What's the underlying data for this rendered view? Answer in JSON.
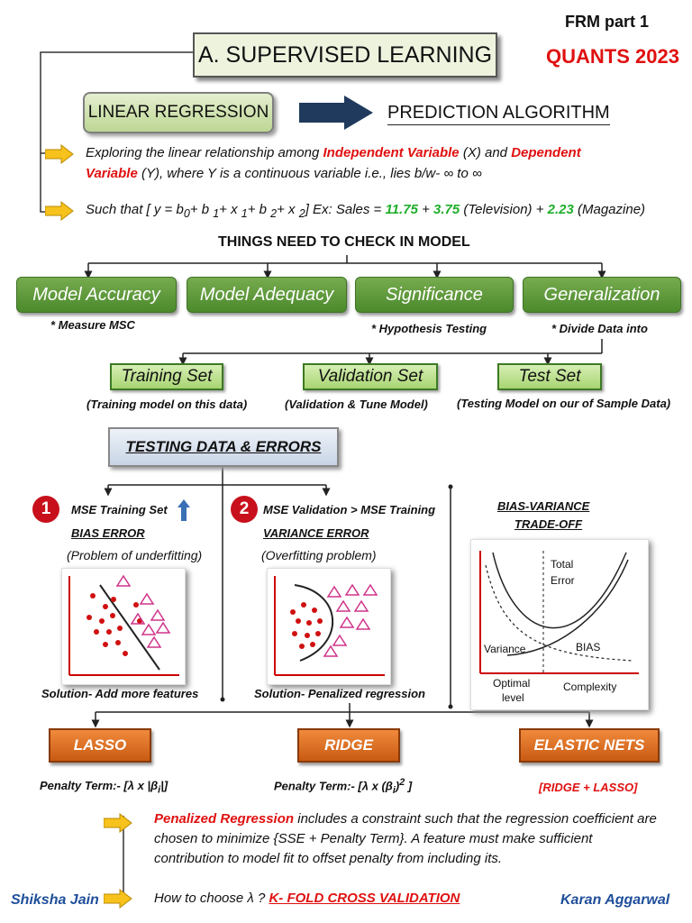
{
  "header": {
    "frm": "FRM part 1",
    "quants": "QUANTS 2023",
    "title": "A. SUPERVISED LEARNING"
  },
  "linear_regression": {
    "label": "LINEAR REGRESSION",
    "arrow_target": "PREDICTION ALGORITHM"
  },
  "point1": {
    "p1": "Exploring the linear relationship among ",
    "ind": "Independent Variable",
    "p2": " (X) and ",
    "dep": "Dependent Variable",
    "p3": " (Y), where Y is a continuous variable i.e., lies b/w- ∞ to ∞"
  },
  "point2": {
    "p1": "Such that [ y = b",
    "s0": "0",
    "p2": "+ b ",
    "s1": "1",
    "p3": "+ x ",
    "s2": "1",
    "p4": "+ b ",
    "s3": "2",
    "p5": "+ x ",
    "s4": "2",
    "p6": "] Ex: Sales = ",
    "v1": "11.75",
    "plus1": " + ",
    "v2": "3.75",
    "p7": " (Television) + ",
    "v3": "2.23",
    "p8": " (Magazine)"
  },
  "checks": {
    "title": "THINGS NEED TO CHECK IN MODEL",
    "items": [
      "Model Accuracy",
      "Model Adequacy",
      "Significance",
      "Generalization"
    ],
    "notes": [
      "* Measure MSC",
      "* Hypothesis Testing",
      "* Divide Data into"
    ]
  },
  "sets": {
    "items": [
      "Training Set",
      "Validation Set",
      "Test Set"
    ],
    "notes": [
      "(Training model on this data)",
      "(Validation & Tune Model)",
      "(Testing Model on our of Sample Data)"
    ]
  },
  "testing": {
    "title": "TESTING DATA & ERRORS",
    "bias": {
      "num": "1",
      "mse": "MSE Training Set",
      "up_arrow": "↑",
      "error": "BIAS ERROR",
      "problem": "(Problem of underfitting)",
      "solution": "Solution- Add more features"
    },
    "variance": {
      "num": "2",
      "mse": "MSE Validation > MSE Training",
      "error": "VARIANCE ERROR",
      "problem": "(Overfitting problem)",
      "solution": "Solution- Penalized regression"
    },
    "tradeoff": {
      "title1": "BIAS-VARIANCE",
      "title2": "TRADE-OFF",
      "total": "Total",
      "error": "Error",
      "variance": "Variance",
      "bias": "BIAS",
      "optimal1": "Optimal",
      "optimal2": "level",
      "complexity": "Complexity"
    }
  },
  "regularization": {
    "lasso": "LASSO",
    "ridge": "RIDGE",
    "elastic": "ELASTIC NETS",
    "lasso_pen_a": "Penalty Term:- [λ x |",
    "lasso_beta": "β",
    "lasso_sub": "i",
    "lasso_pen_b": "|]",
    "ridge_pen_a": "Penalty Term:- [λ x (",
    "ridge_beta": "β",
    "ridge_sub": "i",
    "ridge_pen_b": ")",
    "ridge_sup": "2",
    "ridge_pen_c": " ]",
    "elastic_note": "[RIDGE + LASSO]"
  },
  "footer": {
    "pen_bold": "Penalized Regression",
    "pen_rest": " includes a constraint such that the regression coefficient are chosen to minimize {SSE + Penalty Term}. A feature must make sufficient contribution to model fit to offset penalty from including its.",
    "choose": "How to choose λ ? ",
    "kfold": "K- FOLD CROSS VALIDATION",
    "author_left": "Shiksha Jain",
    "author_right": "Karan Aggarwal"
  },
  "colors": {
    "accent_red": "#e01010",
    "accent_green": "#1fae2a",
    "author_blue": "#1f4e9a",
    "green_button": "#4b8a2c",
    "orange_button": "#c85a12",
    "arrow_yellow": "#f7c21b"
  },
  "icons": [
    "right-arrow-icon",
    "up-arrow-icon",
    "number-1-icon",
    "number-2-icon"
  ]
}
